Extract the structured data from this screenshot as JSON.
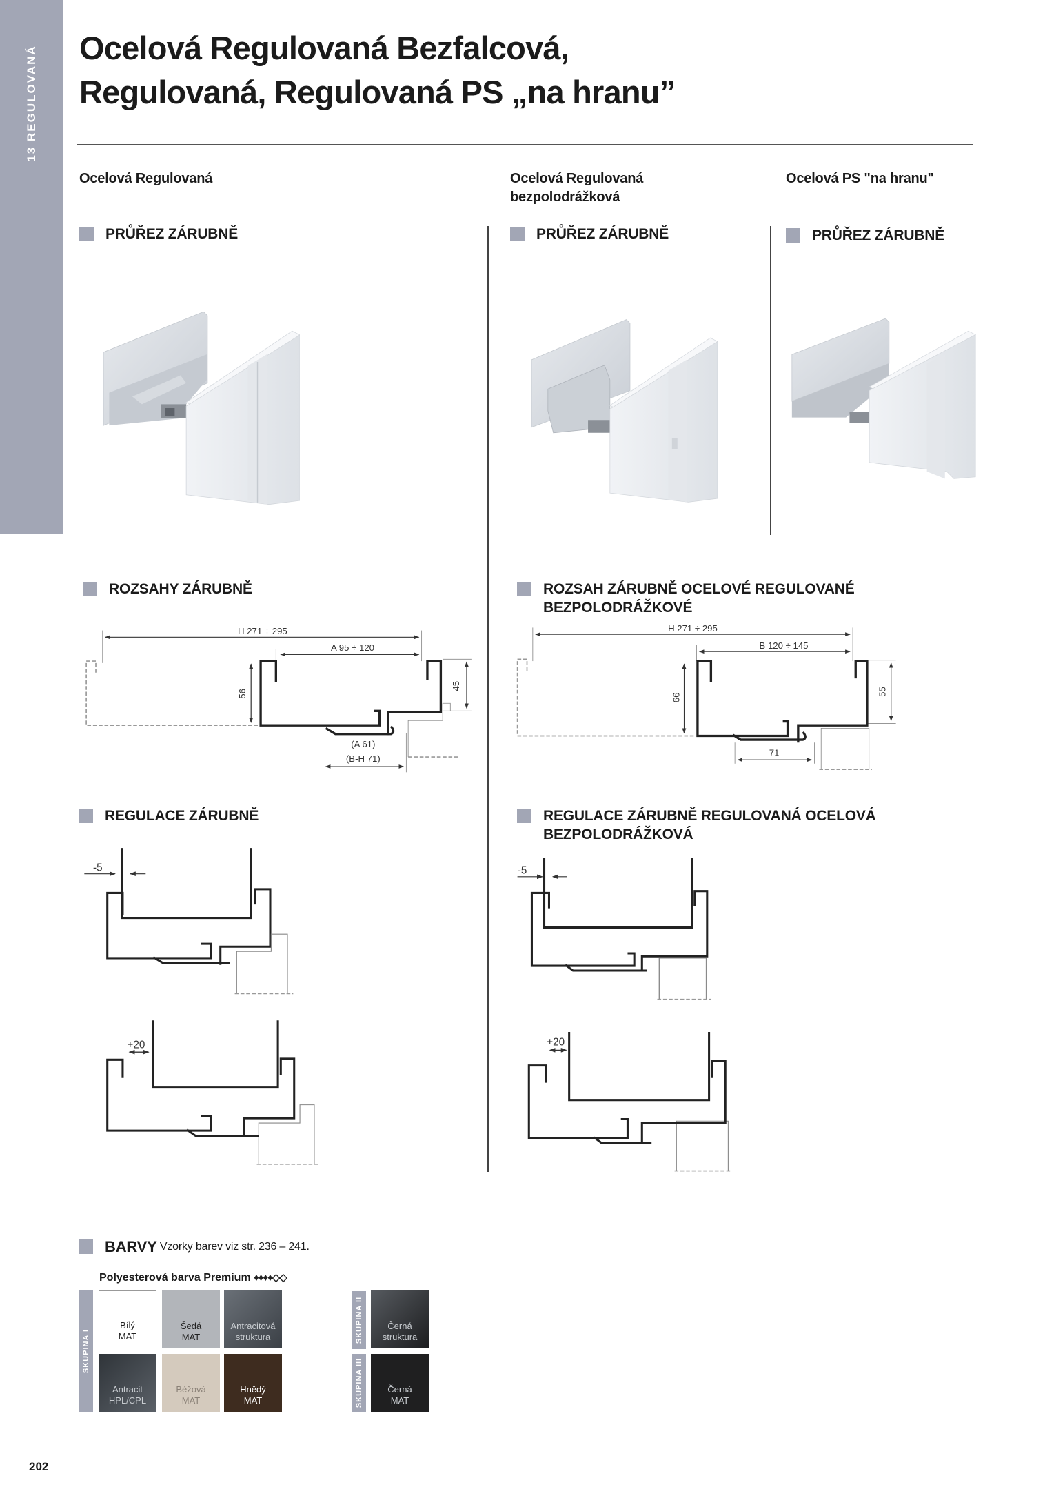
{
  "side_tab": {
    "label": "13  REGULOVANÁ"
  },
  "title": {
    "line1": "Ocelová Regulovaná Bezfalcová,",
    "line2": "Regulovaná, Regulovaná PS „na hranu”"
  },
  "columns": [
    {
      "heading": "Ocelová Regulovaná",
      "section": "PRŮŘEZ ZÁRUBNĚ"
    },
    {
      "heading_line1": "Ocelová Regulovaná",
      "heading_line2": "bezpolodrážková",
      "section": "PRŮŘEZ ZÁRUBNĚ"
    },
    {
      "heading": "Ocelová PS \"na hranu\"",
      "section": "PRŮŘEZ ZÁRUBNĚ"
    }
  ],
  "ranges": {
    "left": {
      "title": "ROZSAHY ZÁRUBNĚ",
      "h": "H 271 ÷ 295",
      "a": "A 95 ÷ 120",
      "d56": "56",
      "d45": "45",
      "a61": "(A 61)",
      "bh71": "(B-H 71)"
    },
    "right": {
      "title_line1": "ROZSAH ZÁRUBNĚ OCELOVÉ REGULOVANÉ",
      "title_line2": "BEZPOLODRÁŽKOVÉ",
      "h": "H 271 ÷ 295",
      "b": "B 120 ÷ 145",
      "d66": "66",
      "d55": "55",
      "d71": "71"
    }
  },
  "regulation": {
    "left": {
      "title": "REGULACE ZÁRUBNĚ",
      "minus": "-5",
      "plus": "+20"
    },
    "right": {
      "title_line1": "REGULACE ZÁRUBNĚ REGULOVANÁ OCELOVÁ",
      "title_line2": "BEZPOLODRÁŽKOVÁ",
      "minus": "-5",
      "plus": "+20"
    }
  },
  "colors": {
    "title": "BARVY",
    "note": "Vzorky barev viz str.  236 – 241.",
    "premium_label": "Polyesterová barva Premium",
    "rating": "♦♦♦♦◇◇",
    "rating_value": 4,
    "rating_max": 6,
    "group1": "SKUPINA I",
    "group2": "SKUPINA II",
    "group3": "SKUPINA III",
    "swatches": [
      {
        "l1": "Bílý",
        "l2": "MAT",
        "hex": "#ffffff"
      },
      {
        "l1": "Šedá",
        "l2": "MAT",
        "hex": "#b2b5ba"
      },
      {
        "l1": "Antracitová",
        "l2": "struktura",
        "hex": "#4a4f55"
      },
      {
        "l1": "Antracit",
        "l2": "HPL/CPL",
        "hex": "#4b5157"
      },
      {
        "l1": "Béžová",
        "l2": "MAT",
        "hex": "#d4cabd"
      },
      {
        "l1": "Hnědý",
        "l2": "MAT",
        "hex": "#3e2c1f"
      },
      {
        "l1": "Černá",
        "l2": "struktura",
        "hex": "#26282b"
      },
      {
        "l1": "Černá",
        "l2": "MAT",
        "hex": "#1f1f20"
      }
    ]
  },
  "page_number": "202"
}
